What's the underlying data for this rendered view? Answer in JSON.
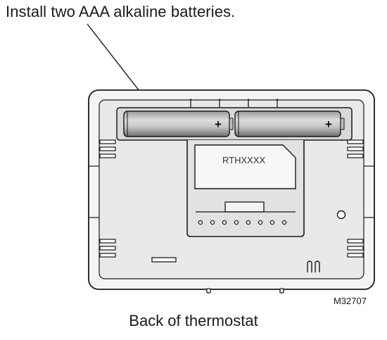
{
  "instruction_text": "Install two AAA alkaline batteries.",
  "caption": "Back of thermostat",
  "figure_code": "M32707",
  "model_label": "RTHXXXX",
  "battery_polarity": "+",
  "colors": {
    "outline": "#1a1a1a",
    "housing_fill": "#f4f4f4",
    "inner_fill": "#e9e9e9",
    "battery_dark": "#7a7a7a",
    "battery_light": "#dcdcdc"
  }
}
